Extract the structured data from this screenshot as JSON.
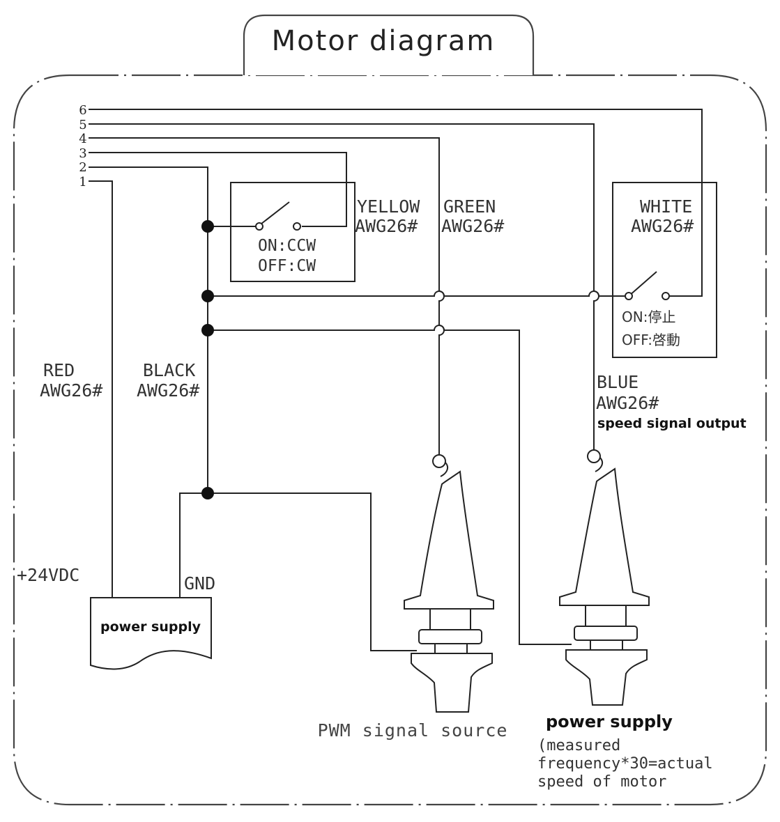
{
  "title": "Motor diagram",
  "wire_numbers": [
    "1",
    "2",
    "3",
    "4",
    "5",
    "6"
  ],
  "wires": {
    "red": {
      "color": "RED",
      "gauge": "AWG26#"
    },
    "black": {
      "color": "BLACK",
      "gauge": "AWG26#"
    },
    "yellow": {
      "color": "YELLOW",
      "gauge": "AWG26#"
    },
    "green": {
      "color": "GREEN",
      "gauge": "AWG26#"
    },
    "white": {
      "color": "WHITE",
      "gauge": "AWG26#"
    },
    "blue": {
      "color": "BLUE",
      "gauge": "AWG26#",
      "note": "speed signal output"
    }
  },
  "direction_switch": {
    "on": "ON:CCW",
    "off": "OFF:CW"
  },
  "stop_switch": {
    "on": "ON:停止",
    "off": "OFF:啓動"
  },
  "power_supply_left": {
    "label": "power supply",
    "positive": "+24VDC",
    "ground": "GND"
  },
  "pwm_source": {
    "label": "PWM signal source"
  },
  "meter": {
    "label": "power supply",
    "note_lines": [
      "(measured",
      "frequency*30=actual",
      "speed of motor"
    ]
  }
}
